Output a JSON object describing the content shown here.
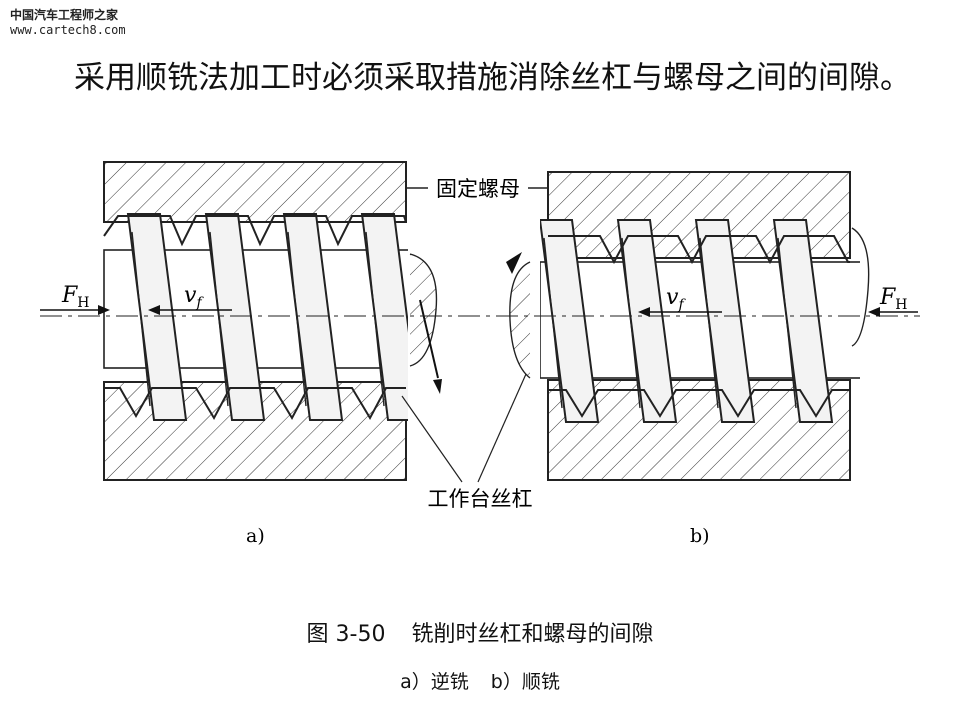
{
  "watermark": {
    "name": "中国汽车工程师之家",
    "url": "www.cartech8.com"
  },
  "paragraph": "采用顺铣法加工时必须采取措施消除丝杠与螺母之间的间隙。",
  "figure": {
    "labels": {
      "fixed_nut": "固定螺母",
      "leadscrew": "工作台丝杠",
      "force": "F",
      "force_sub": "H",
      "feed": "v",
      "feed_sub": "f",
      "panel_a": "a)",
      "panel_b": "b)"
    },
    "caption_number": "图 3-50",
    "caption_title": "铣削时丝杠和螺母的间隙",
    "caption_a": "a）逆铣",
    "caption_b": "b）顺铣"
  }
}
